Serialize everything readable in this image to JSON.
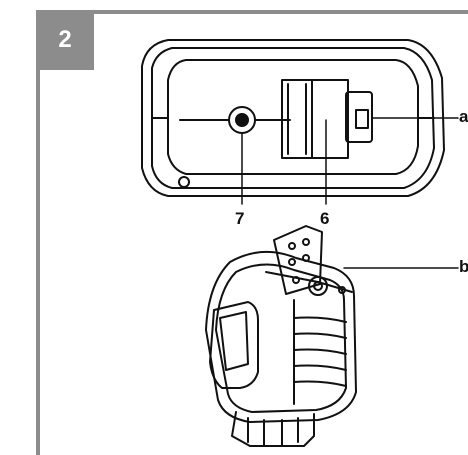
{
  "figure": {
    "number": "2"
  },
  "callouts": {
    "seven": "7",
    "six": "6",
    "a": "a",
    "b": "b"
  },
  "colors": {
    "frame": "#8c8c8c",
    "line": "#111111"
  }
}
